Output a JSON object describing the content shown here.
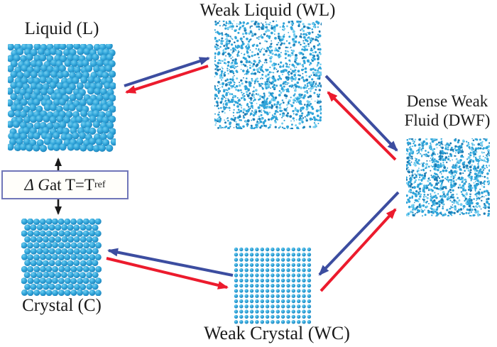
{
  "figure": {
    "labels": {
      "liquid": "Liquid (L)",
      "weak_liquid": "Weak Liquid (WL)",
      "dense_weak_fluid_line1": "Dense Weak",
      "dense_weak_fluid_line2": "Fluid (DWF)",
      "crystal": "Crystal (C)",
      "weak_crystal": "Weak Crystal (WC)"
    },
    "free_energy_box": {
      "italic_part": "Δ G",
      "roman_part": " at T=T",
      "subscript": "ref"
    },
    "relations": [
      {
        "from": "Liquid (L)",
        "to": "Weak Liquid (WL)",
        "arrow": "blue"
      },
      {
        "from": "Weak Liquid (WL)",
        "to": "Liquid (L)",
        "arrow": "red"
      },
      {
        "from": "Weak Liquid (WL)",
        "to": "Dense Weak Fluid (DWF)",
        "arrow": "blue"
      },
      {
        "from": "Dense Weak Fluid (DWF)",
        "to": "Weak Liquid (WL)",
        "arrow": "red"
      },
      {
        "from": "Weak Crystal (WC)",
        "to": "Crystal (C)",
        "arrow": "blue"
      },
      {
        "from": "Crystal (C)",
        "to": "Weak Crystal (WC)",
        "arrow": "red"
      },
      {
        "from": "Dense Weak Fluid (DWF)",
        "to": "Weak Crystal (WC)",
        "arrow": "blue"
      },
      {
        "from": "Weak Crystal (WC)",
        "to": "Dense Weak Fluid (DWF)",
        "arrow": "red"
      },
      {
        "from": "Liquid (L)",
        "to": "Crystal (C)",
        "arrow": "black-double",
        "label": "Δ G at T=Tref"
      }
    ],
    "colors": {
      "arrow_blue": "#3c4da0",
      "arrow_red": "#ec1b2d",
      "arrow_black": "#1a1a1a",
      "box_border": "#7076b8",
      "particle_light": "#72cdef",
      "particle_main": "#30a5da",
      "particle_dark": "#1c7cb4",
      "background": "#ffffff",
      "text": "#1a1a1a"
    }
  }
}
